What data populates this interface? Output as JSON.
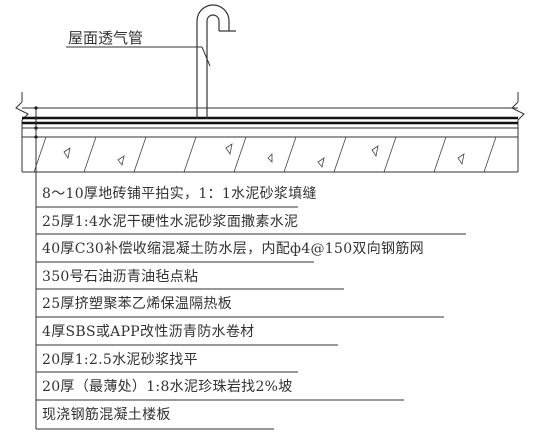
{
  "pipe_label": "屋面透气管",
  "layers": [
    "8～10厚地砖铺平拍实，1：1水泥砂浆填缝",
    "25厚1:4水泥干硬性水泥砂浆面撒素水泥",
    "40厚C30补偿收缩混凝土防水层，内配ф4@150双向钢筋网",
    "350号石油沥青油毡点粘",
    "25厚挤塑聚苯乙烯保温隔热板",
    "4厚SBS或APP改性沥青防水卷材",
    "20厚1:2.5水泥砂浆找平",
    "20厚（最薄处）1:8水泥珍珠岩找2%坡",
    "现浇钢筋混凝土楼板"
  ]
}
